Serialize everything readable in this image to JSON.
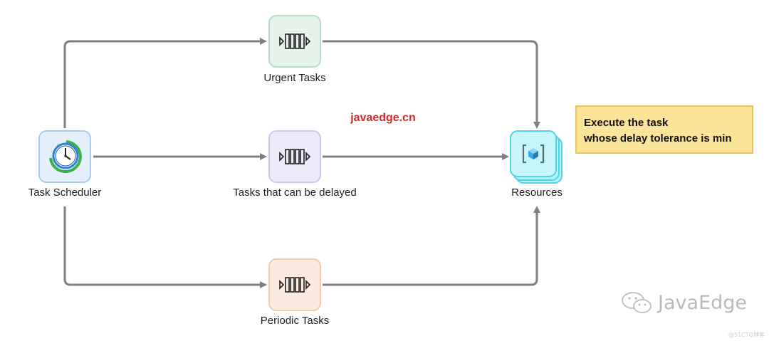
{
  "nodes": {
    "scheduler": {
      "label": "Task Scheduler"
    },
    "urgent": {
      "label": "Urgent Tasks"
    },
    "delayed": {
      "label": "Tasks that can be delayed"
    },
    "periodic": {
      "label": "Periodic Tasks"
    },
    "resources": {
      "label": "Resources"
    }
  },
  "annotation": {
    "line1": "Execute the task",
    "line2": "whose delay tolerance is min"
  },
  "watermark": {
    "site": "javaedge.cn",
    "brand": "JavaEdge",
    "corner": "@51CTO博客"
  },
  "colors": {
    "arrow": "#7f7f7f",
    "urgent_fill": "#e6f4ec",
    "urgent_stroke": "#b9dcc6",
    "delayed_fill": "#efeafa",
    "delayed_stroke": "#d2c6ee",
    "periodic_fill": "#fdebe0",
    "periodic_stroke": "#f3c9ac",
    "scheduler_fill": "#e3effb",
    "scheduler_stroke": "#a9cbee",
    "resources_fill": "#b8f1f8",
    "resources_stroke": "#4fd5e6",
    "note_fill": "#fbe49a"
  }
}
